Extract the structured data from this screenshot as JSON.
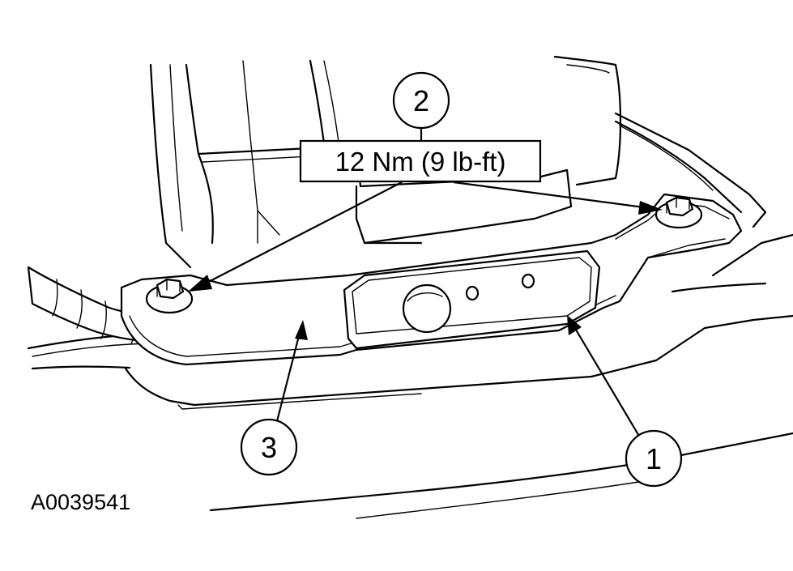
{
  "figure_id": "A0039541",
  "torque_spec": "12 Nm (9 lb-ft)",
  "callouts": [
    {
      "id": "callout-1",
      "label": "1"
    },
    {
      "id": "callout-2",
      "label": "2"
    },
    {
      "id": "callout-3",
      "label": "3"
    }
  ],
  "colors": {
    "line": "#000000",
    "background": "#ffffff"
  }
}
